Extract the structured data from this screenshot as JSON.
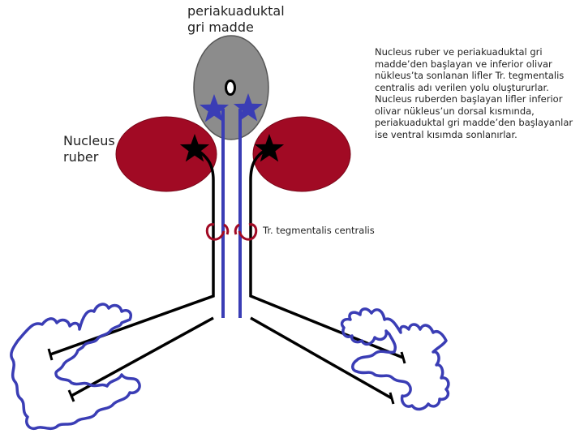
{
  "labels": {
    "periaqueductal_gray": "periakuaduktal\ngri madde",
    "nucleus_ruber": "Nucleus\nruber",
    "tract": "Tr. tegmentalis centralis",
    "description": "Nucleus ruber ve periakuaduktal gri madde’den başlayan ve inferior olivar nükleus’ta sonlanan lifler Tr. tegmentalis centralis adı verilen yolu oluştururlar. Nucleus ruberden başlayan lifler inferior olivar nükleus’un dorsal kısmında, periakuaduktal gri madde’den başlayanlar ise ventral kısımda sonlanırlar."
  },
  "colors": {
    "gray_matter": "#8c8c8c",
    "red_nucleus": "#a10a24",
    "gray_matter_fibers": "#3a3db5",
    "red_nucleus_fibers": "#000000",
    "olive_outline": "#3a3db5",
    "loops": "#a10a24"
  }
}
